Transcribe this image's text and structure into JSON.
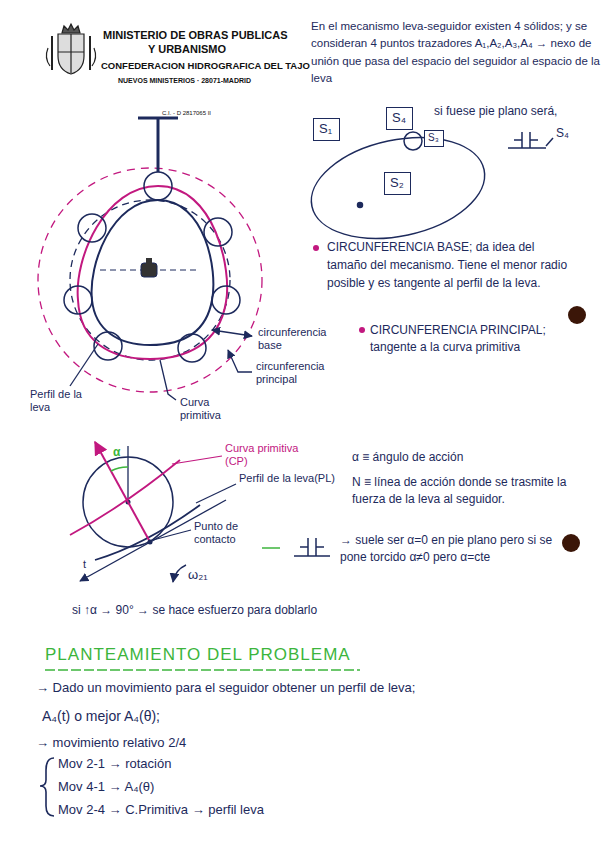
{
  "diagram": {
    "nodes": [
      {
        "text": [
          "S₁"
        ]
      },
      {
        "text": [
          "S₄"
        ]
      },
      {
        "text": [
          "S₃"
        ]
      },
      {
        "text": [
          "S₂"
        ]
      }
    ],
    "labels": [
      "MINISTERIO DE OBRAS PUBLICAS",
      "Y URBANISMO",
      "CONFEDERACION HIDROGRAFICA DEL TAJO",
      "NUEVOS MINISTERIOS · 28071-MADRID",
      "C.I. - D 2817065 II",
      "En el mecanismo leva-seguidor existen 4 sólidos; y se consideran 4 puntos trazadores A₁,A₂,A₃,A₄ → nexo de unión que pasa del espacio del seguidor al espacio de la leva",
      "si fuese pie plano será,",
      "S₄",
      "CIRCUNFERENCIA BASE; da idea del tamaño del mecanismo. Tiene el menor radio posible y es tangente al perfil de la leva.",
      "circunferencia base",
      "circunferencia principal",
      "CIRCUNFERENCIA PRINCIPAL; tangente a la curva primitiva",
      "Perfil de la leva",
      "Curva primitiva",
      "α",
      "Curva primitiva (CP)",
      "Perfil de la leva(PL)",
      "Punto de contacto",
      "t",
      "ω₂₁",
      "α ≡ ángulo de acción",
      "N ≡ línea de acción donde se trasmite la fuerza de la leva al seguidor.",
      "→ suele ser α=0 en pie plano pero si se pone torcido α≠0 pero α=cte",
      "si ↑α → 90° → se hace esfuerzo para doblarlo",
      "PLANTEAMIENTO DEL PROBLEMA",
      "→ Dado un movimiento para el seguidor obtener un perfil de leva;",
      "A₄(t) o mejor A₄(θ);",
      "→ movimiento relativo 2/4",
      "Mov 2-1 → rotación",
      "Mov 4-1 → A₄(θ)",
      "Mov 2-4 → C.Primitiva → perfil leva"
    ]
  }
}
